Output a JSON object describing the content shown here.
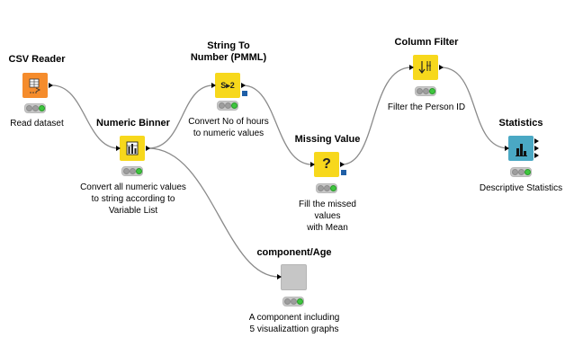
{
  "nodes": {
    "csv_reader": {
      "title": "CSV Reader",
      "desc": "Read  dataset",
      "color": "#f58c2c",
      "icon": "csv-reader-icon"
    },
    "numeric_binner": {
      "title": "Numeric Binner",
      "desc": "Convert all numeric values\nto string according to\nVariable List",
      "color": "#f7d81c",
      "icon": "binner-icon"
    },
    "string_to_number": {
      "title": "String To\nNumber (PMML)",
      "desc": "Convert No of hours\nto numeric values",
      "color": "#f7d81c",
      "icon_text": "S▸2",
      "icon": "string-to-number-icon"
    },
    "missing_value": {
      "title": "Missing Value",
      "desc": "Fill the missed\nvalues\nwith Mean",
      "color": "#f7d81c",
      "icon_text": "?",
      "icon": "question-mark-icon"
    },
    "column_filter": {
      "title": "Column Filter",
      "desc": "Filter the Person ID",
      "color": "#f7d81c",
      "icon": "column-filter-icon"
    },
    "statistics": {
      "title": "Statistics",
      "desc": "Descriptive Statistics",
      "color": "#4aa8c4",
      "icon": "statistics-icon"
    },
    "component_age": {
      "title": "component/Age",
      "desc": "A component including\n5 visualizattion graphs",
      "color": "#c6c6c6",
      "icon": "component-icon"
    }
  }
}
